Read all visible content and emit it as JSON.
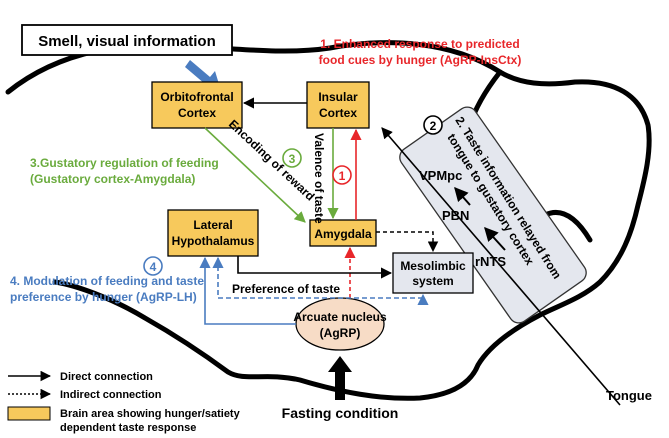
{
  "info_box": "Smell, visual information",
  "labels": {
    "red_title_1": "1. Enhanced response to predicted",
    "red_title_2": "food cues by hunger",
    "red_title_3": "(AgRP-InsCtx)",
    "taste_relay_1": "2. Taste information relayed from",
    "taste_relay_2": "tongue to gustatory cortex",
    "green_title_1": "3.Gustatory regulation of feeding",
    "green_title_2": "(Gustatory cortex-Amygdala)",
    "blue_title_1": "4. Modulation of feeding and taste",
    "blue_title_2": "preference by hunger (AgRP-LH)",
    "encoding": "Encoding of reward",
    "valence": "Valence of taste",
    "preference": "Preference of taste",
    "tongue": "Tongue",
    "fasting": "Fasting condition"
  },
  "regions": {
    "ofc_1": "Orbitofrontal",
    "ofc_2": "Cortex",
    "insular_1": "Insular",
    "insular_2": "Cortex",
    "lh_1": "Lateral",
    "lh_2": "Hypothalamus",
    "amygdala": "Amygdala",
    "meso_1": "Mesolimbic",
    "meso_2": "system",
    "arcuate_1": "Arcuate nucleus",
    "arcuate_2": "(AgRP)",
    "vpmpc": "VPMpc",
    "pbn": "PBN",
    "rnts": "rNTS"
  },
  "badges": {
    "one": "1",
    "two": "2",
    "three": "3",
    "four": "4"
  },
  "legend": {
    "direct": "Direct connection",
    "indirect": "Indirect connection",
    "area_1": "Brain area showing hunger/satiety",
    "area_2": "dependent taste response"
  },
  "colors": {
    "box_fill": "#f7c95c",
    "red": "#e8262a",
    "green": "#6aab3d",
    "blue": "#4a7cc0",
    "arcuate_fill": "#f7dcc6",
    "relay_fill": "#e4e7ee"
  }
}
